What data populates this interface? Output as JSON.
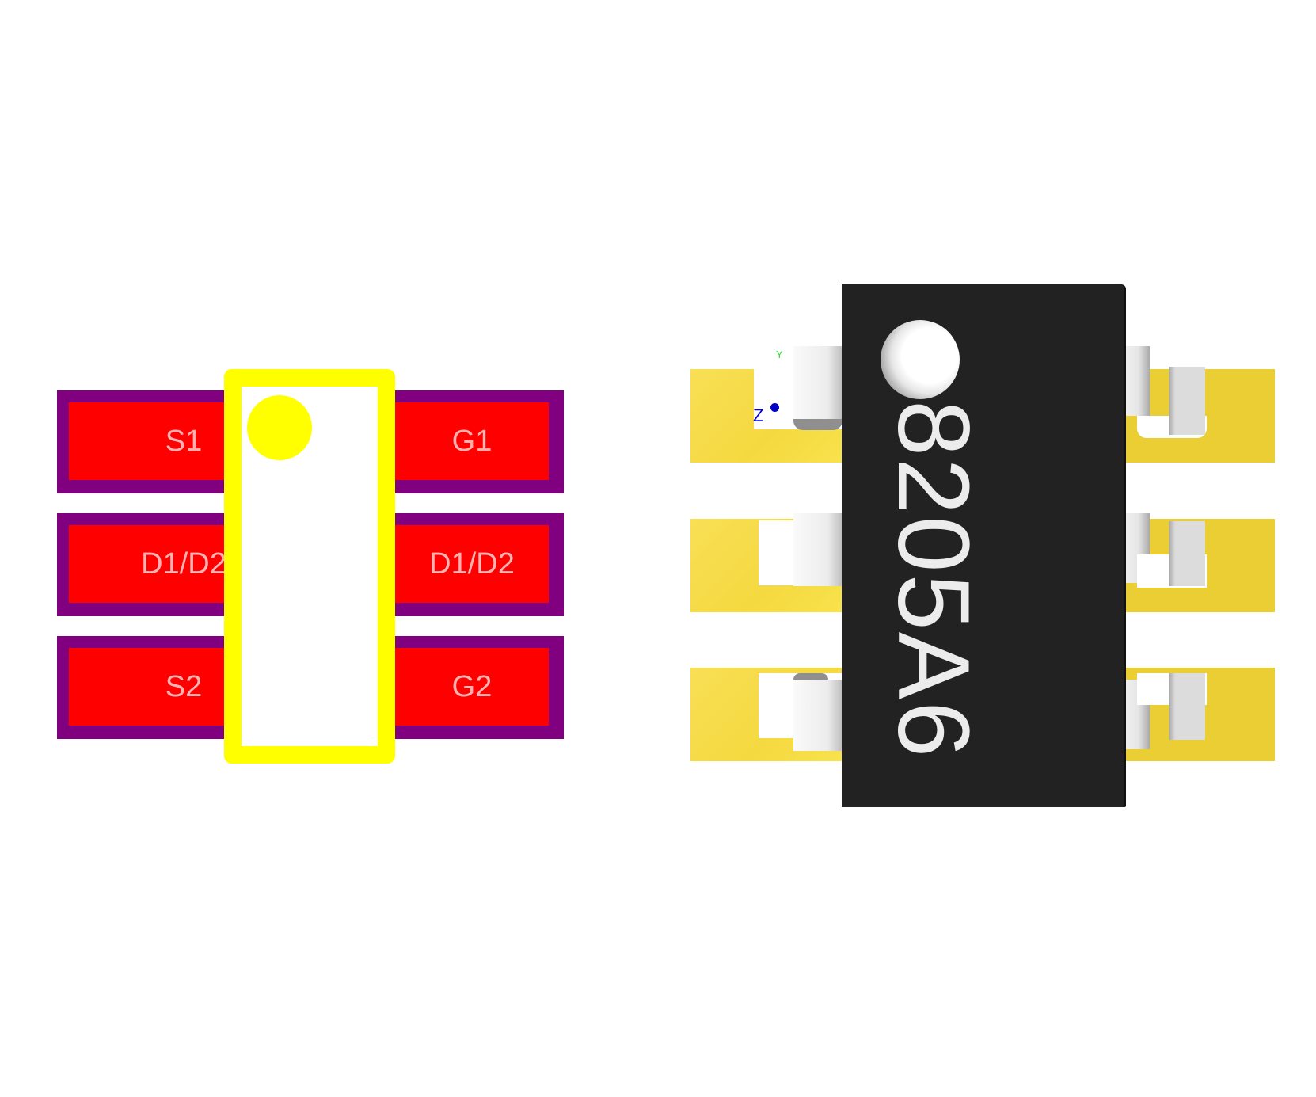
{
  "footprint": {
    "pads": [
      {
        "label": "S1",
        "side": "left",
        "row": 1
      },
      {
        "label": "D1/D2",
        "side": "left",
        "row": 2
      },
      {
        "label": "S2",
        "side": "left",
        "row": 3
      },
      {
        "label": "G1",
        "side": "right",
        "row": 1
      },
      {
        "label": "D1/D2",
        "side": "right",
        "row": 2
      },
      {
        "label": "G2",
        "side": "right",
        "row": 3
      }
    ],
    "colors": {
      "pad_copper": "#ff0000",
      "pad_mask": "#800080",
      "silkscreen": "#ffff00",
      "pad_label": "#ffb3b3"
    }
  },
  "model3d": {
    "package_marking": "8205A6",
    "axis_labels": {
      "y": "Y",
      "z": "Z"
    },
    "colors": {
      "body": "#222222",
      "land": "#f5d940",
      "lead": "#ffffff",
      "marking": "#ececec",
      "axis_y": "#33dd33",
      "axis_z": "#0000cc"
    }
  }
}
